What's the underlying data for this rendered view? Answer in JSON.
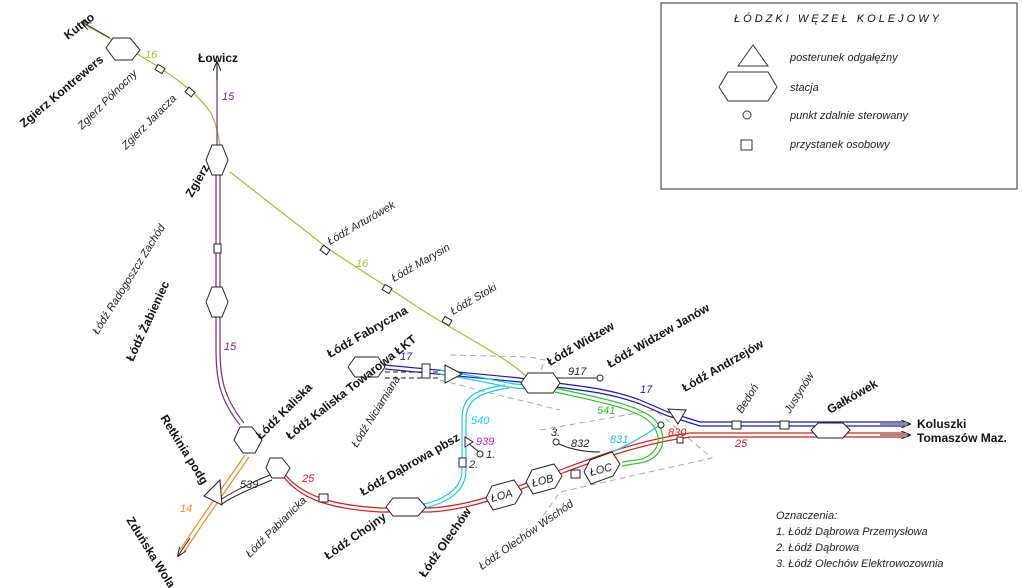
{
  "legend": {
    "title": "ŁÓDZKI WĘZEŁ KOLEJOWY",
    "items": [
      {
        "symbol": "triangle",
        "label": "posterunek odgałęźny"
      },
      {
        "symbol": "hexagon",
        "label": "stacja"
      },
      {
        "symbol": "circle",
        "label": "punkt zdalnie sterowany"
      },
      {
        "symbol": "square",
        "label": "przystanek osobowy"
      }
    ]
  },
  "notes": {
    "title": "Oznaczenia:",
    "items": [
      "1. Łódź Dąbrowa Przemysłowa",
      "2. Łódź Dąbrowa",
      "3. Łódź Olechów Elektrowozownia"
    ]
  },
  "directions": {
    "kutno": "Kutno",
    "lowicz": "Łowicz",
    "koluszki": "Koluszki",
    "tomaszow": "Tomaszów Maz.",
    "zdunska": "Zduńska Wola"
  },
  "stations": {
    "zgierz_kontrewers": "Zgierz Kontrewers",
    "zgierz": "Zgierz",
    "zabieniec": "Łódź Żabieniec",
    "kaliska": "Łódź Kaliska",
    "kaliska_towarowa": "Łódź Kaliska Towarowa ŁKT",
    "retkinia": "Retkinia podg",
    "fabryczna": "Łódź Fabryczna",
    "widzew": "Łódź Widzew",
    "widzew_janow": "Łódź Widzew Janów",
    "andrzejow": "Łódź Andrzejów",
    "galkowek": "Gałkówek",
    "dabrowa_pbsz": "Łódź Dąbrowa pbsz",
    "chojny": "Łódź Chojny",
    "olechow": "Łódź Olechów",
    "loa": "ŁOA",
    "lob": "ŁOB",
    "loc": "ŁOC"
  },
  "stops": {
    "zgierz_polnocny": "Zgierz Północny",
    "zgierz_jaracza": "Zgierz Jaracza",
    "radogoszcz": "Łódź Radogoszcz Zachód",
    "arturowek": "Łódź Arturówek",
    "marysin": "Łódź Marysin",
    "stoki": "Łódź Stoki",
    "niciarniana": "Łódź Niciarniana",
    "pabianicka": "Łódź Pabianicka",
    "olechow_wschod": "Łódź Olechów Wschód",
    "bedon": "Bedoń",
    "justynow": "Justynów"
  },
  "lines": {
    "l15": "15",
    "l16": "16",
    "l17": "17",
    "l25": "25",
    "l14": "14",
    "l539": "539",
    "l540": "540",
    "l541": "541",
    "l917": "917",
    "l939": "939",
    "l830": "830",
    "l831": "831",
    "l832": "832"
  },
  "markers": {
    "m1": "1.",
    "m2": "2.",
    "m3": "3."
  },
  "colors": {
    "line15": "#7a2a85",
    "line16": "#a5c02a",
    "line17": "#1a1ab8",
    "line25": "#d42020",
    "line14": "#f08a20",
    "line540": "#20c8e0",
    "line541": "#30c030",
    "line939": "#d020d0"
  }
}
